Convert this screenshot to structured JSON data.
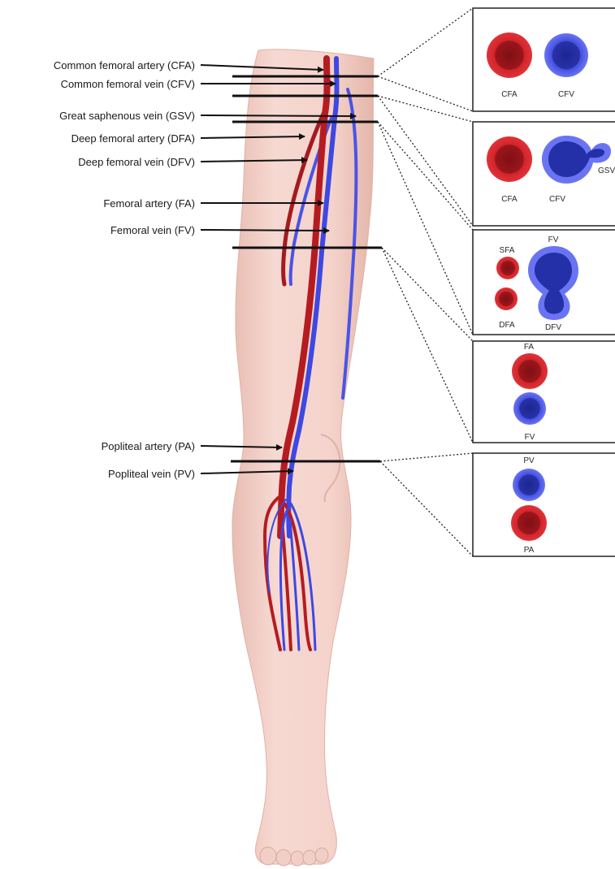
{
  "labels": {
    "cfa": "Common femoral artery (CFA)",
    "cfv": "Common femoral vein (CFV)",
    "gsv": "Great saphenous vein (GSV)",
    "dfa": "Deep femoral artery (DFA)",
    "dfv": "Deep femoral vein (DFV)",
    "fa": "Femoral artery (FA)",
    "fv": "Femoral vein (FV)",
    "pa": "Popliteal artery (PA)",
    "pv": "Popliteal vein (PV)"
  },
  "panels": {
    "p1": {
      "artery": "CFA",
      "vein": "CFV"
    },
    "p2": {
      "artery": "CFA",
      "vein": "CFV",
      "branch": "GSV"
    },
    "p3": {
      "artery_top": "SFA",
      "artery_bottom": "DFA",
      "vein_top": "FV",
      "vein_bottom": "DFV"
    },
    "p4": {
      "artery": "FA",
      "vein": "FV"
    },
    "p5": {
      "vein": "PV",
      "artery": "PA"
    }
  },
  "colors": {
    "artery": "#c41e24",
    "artery_dark": "#8e1418",
    "vein": "#2f3ad6",
    "vein_light": "#6f78f0",
    "vein_dark": "#1d2790",
    "skin": "#f4d3cc",
    "skin_shade": "#e6b9ae"
  }
}
